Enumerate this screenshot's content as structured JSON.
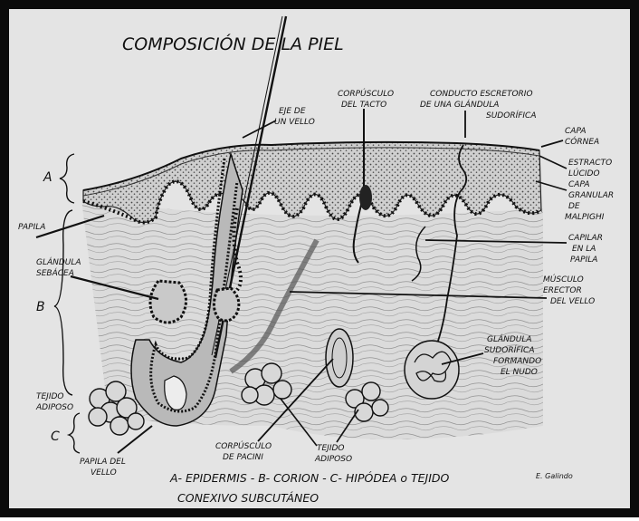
{
  "title": "COMPOSICIÓN DE LA PIEL",
  "layers": {
    "a": "A",
    "b": "B",
    "c": "C"
  },
  "labels": {
    "papila_l1": "PAPILA",
    "glandula_sebacea_l1": "GLÁNDULA",
    "glandula_sebacea_l2": "SEBÁCEA",
    "tejido_adiposo_left_l1": "TEJIDO",
    "tejido_adiposo_left_l2": "ADIPOSO",
    "papila_vello_l1": "PAPILA DEL",
    "papila_vello_l2": "VELLO",
    "eje_vello_l1": "EJE DE",
    "eje_vello_l2": "UN VELLO",
    "corpusculo_tacto_l1": "CORPÚSCULO",
    "corpusculo_tacto_l2": "DEL TACTO",
    "conducto_l1": "CONDUCTO ESCRETORIO",
    "conducto_l2": "DE UNA GLÁNDULA",
    "conducto_l3": "SUDORÍFICA",
    "capa_cornea_l1": "CAPA",
    "capa_cornea_l2": "CÓRNEA",
    "estracto_lucido_l1": "ESTRACTO",
    "estracto_lucido_l2": "LÚCIDO",
    "capa_granular_l1": "CAPA",
    "capa_granular_l2": "GRANULAR",
    "capa_granular_l3": "DE",
    "capa_granular_l4": "MALPIGHI",
    "capilar_l1": "CAPILAR",
    "capilar_l2": "EN LA",
    "capilar_l3": "PAPILA",
    "musculo_l1": "MÚSCULO",
    "musculo_l2": "ERECTOR",
    "musculo_l3": "DEL VELLO",
    "glandula_sudorifica_l1": "GLÁNDULA",
    "glandula_sudorifica_l2": "SUDORÍFICA",
    "glandula_sudorifica_l3": "FORMANDO",
    "glandula_sudorifica_l4": "EL NUDO",
    "corpusculo_pacini_l1": "CORPÚSCULO",
    "corpusculo_pacini_l2": "DE PACINI",
    "tejido_adiposo_bottom_l1": "TEJIDO",
    "tejido_adiposo_bottom_l2": "ADIPOSO"
  },
  "caption": {
    "line1": "A- EPIDERMIS - B- CORION - C- HIPÓDEA o TEJIDO",
    "line2": "CONEXIVO SUBCUTÁNEO"
  },
  "signature": "E. Galindo",
  "colors": {
    "frame": "#0b0b0b",
    "paper": "#e4e4e4",
    "ink": "#151515"
  }
}
